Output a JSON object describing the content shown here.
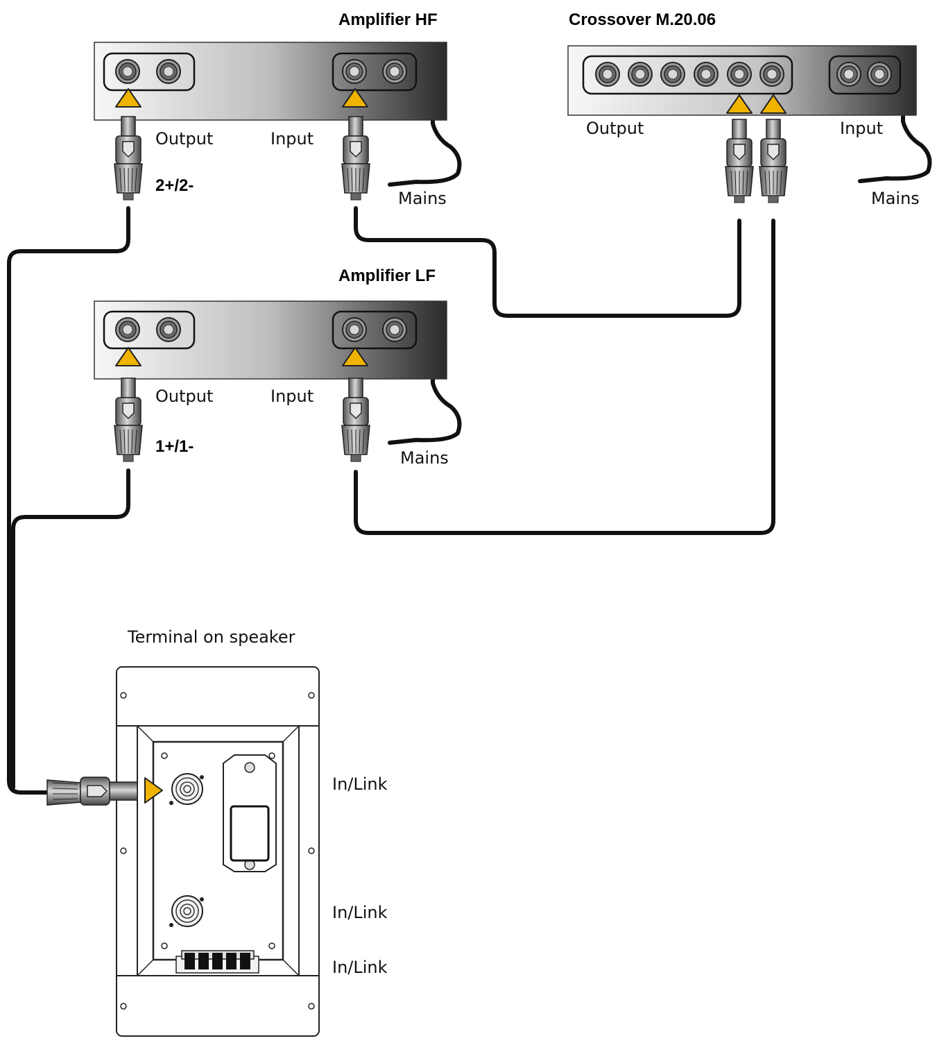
{
  "devices": {
    "amp_hf": {
      "title": "Amplifier HF",
      "output_label": "Output",
      "input_label": "Input",
      "mains_label": "Mains",
      "channel_label": "2+/2-"
    },
    "amp_lf": {
      "title": "Amplifier LF",
      "output_label": "Output",
      "input_label": "Input",
      "mains_label": "Mains",
      "channel_label": "1+/1-"
    },
    "crossover": {
      "title": "Crossover M.20.06",
      "output_label": "Output",
      "input_label": "Input",
      "mains_label": "Mains"
    }
  },
  "speaker": {
    "title": "Terminal on speaker",
    "labels": [
      "In/Link",
      "In/Link",
      "In/Link"
    ]
  },
  "colors": {
    "arrow": "#f0b400",
    "cable": "#111111",
    "panel_light": "#f4f4f4",
    "panel_dark": "#333333"
  }
}
